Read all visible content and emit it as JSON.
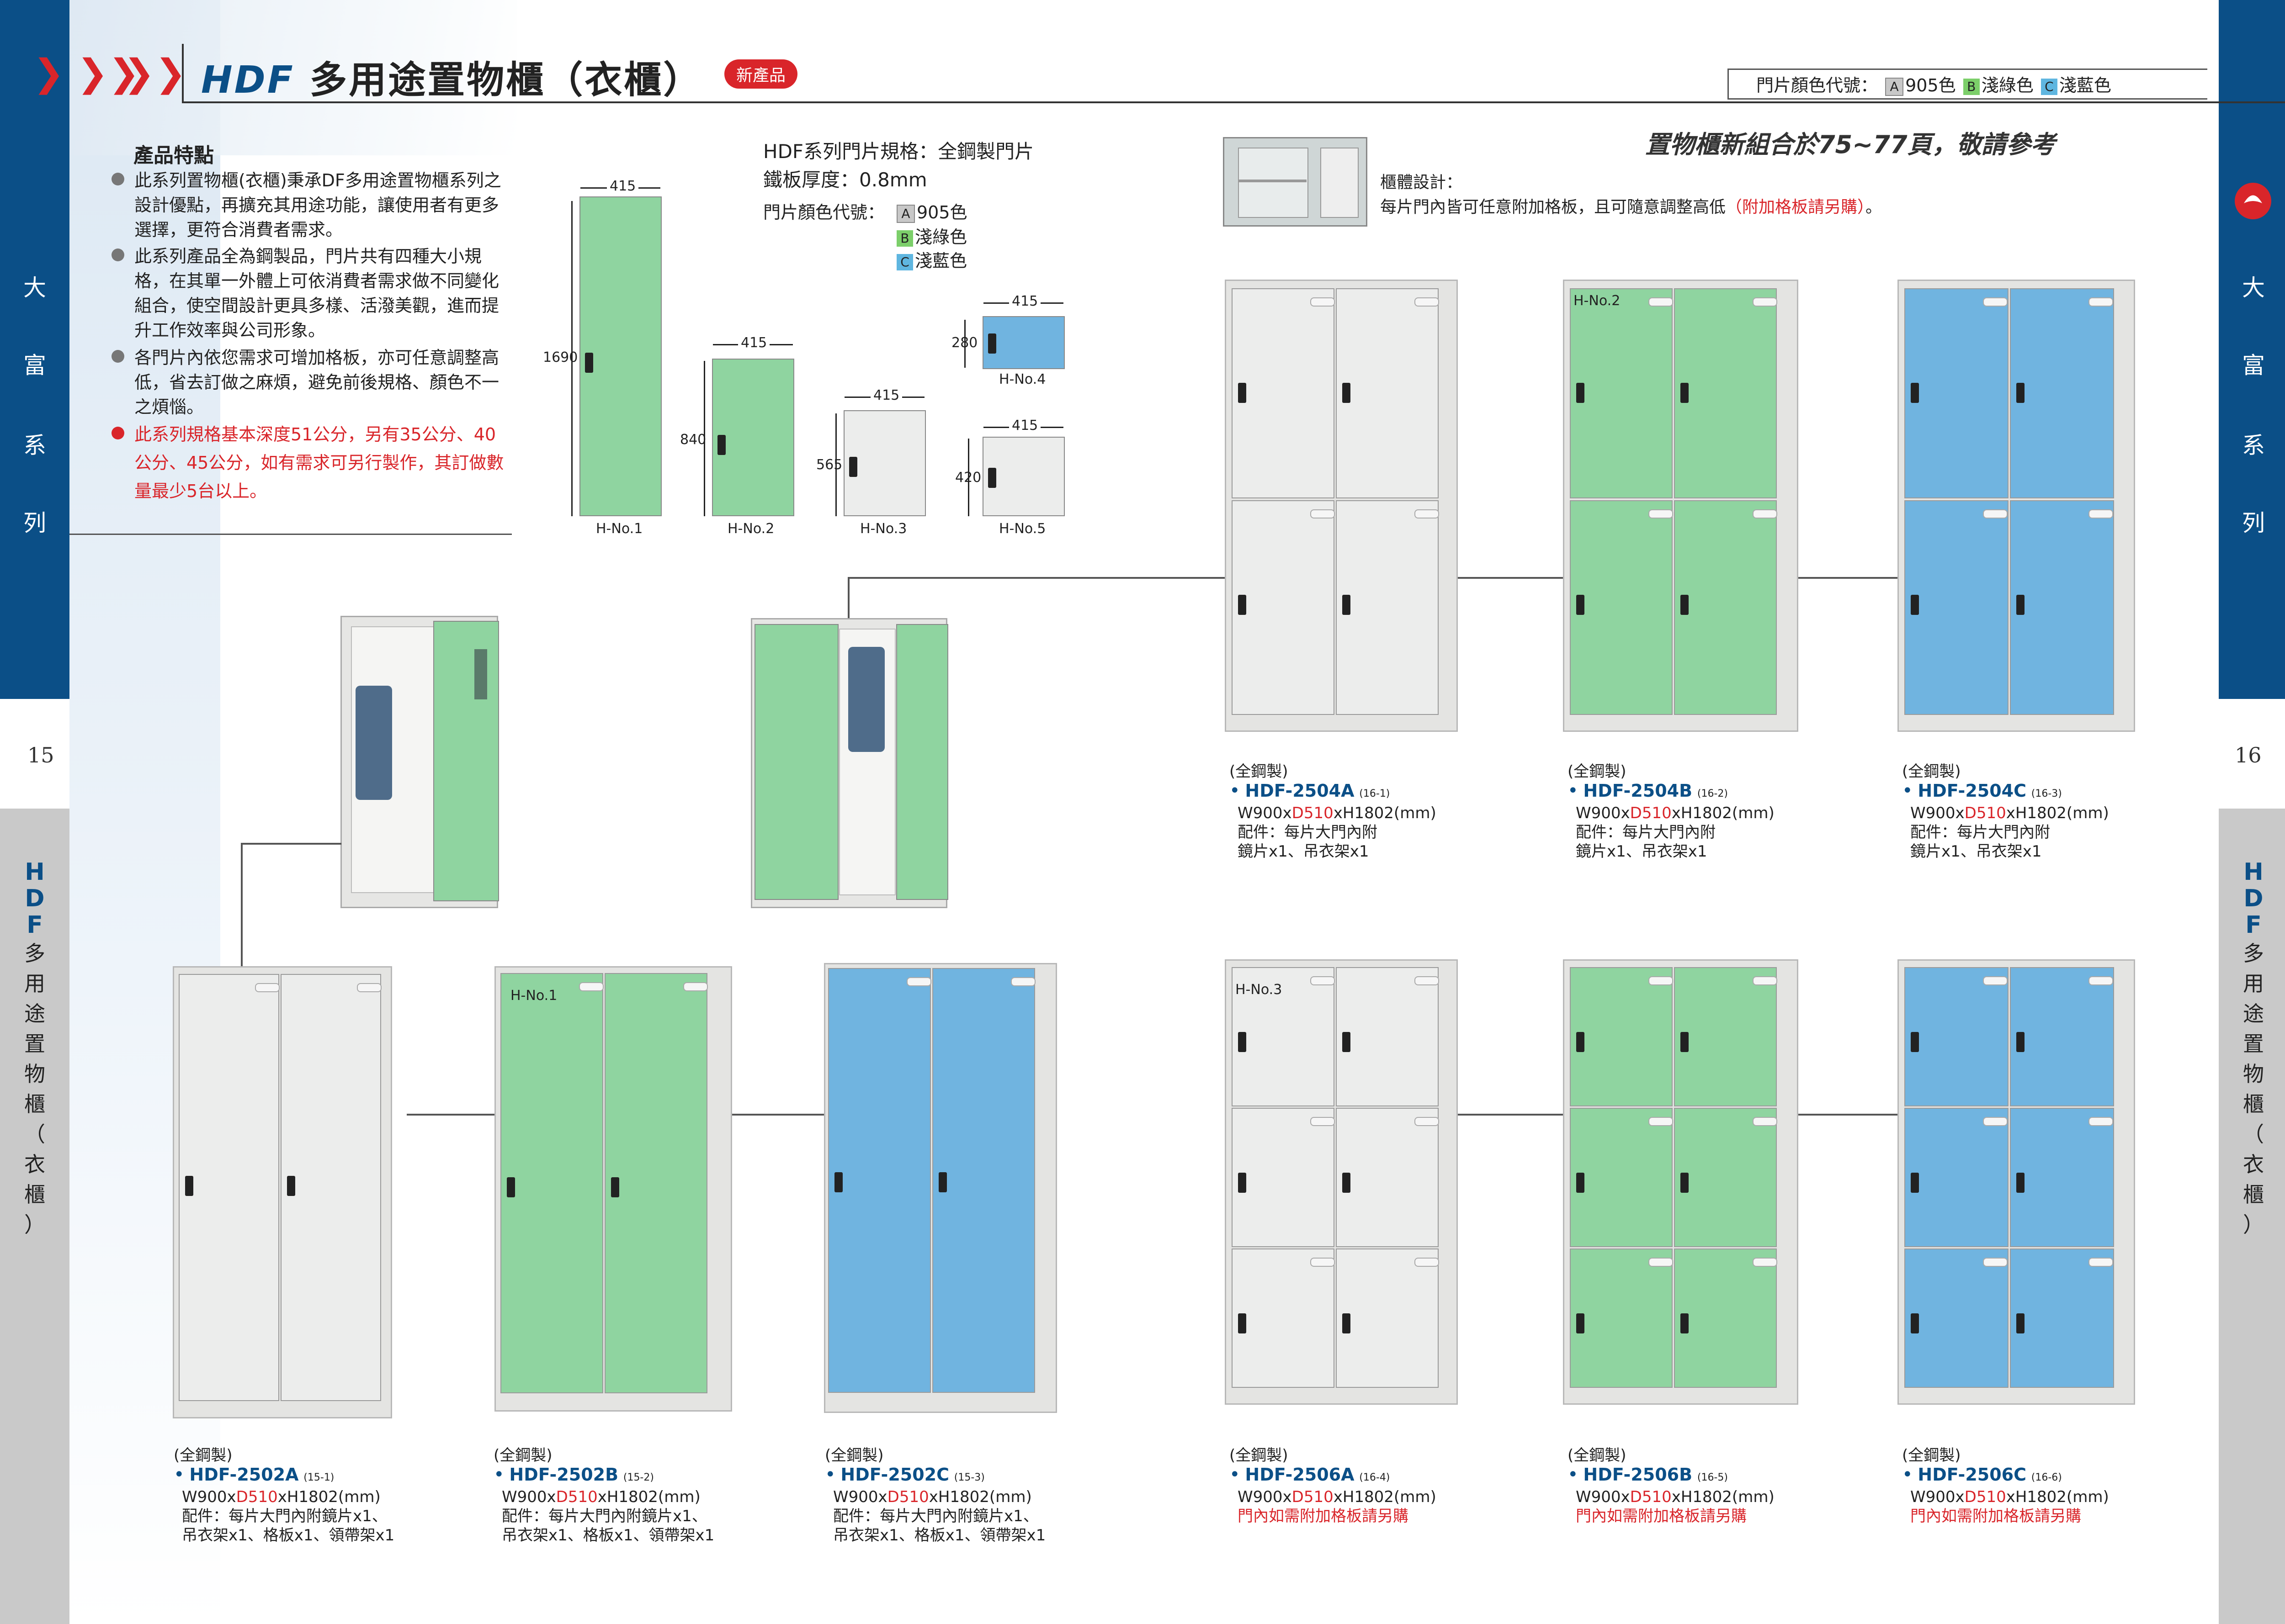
{
  "header": {
    "brand": "HDF",
    "title": "多用途置物櫃（衣櫃）",
    "badge": "新產品",
    "color_code_label": "門片顏色代號：",
    "colors": [
      {
        "code": "A",
        "name": "905色",
        "hex": "#c8c8c8"
      },
      {
        "code": "B",
        "name": "淺綠色",
        "hex": "#7ccf6a"
      },
      {
        "code": "C",
        "name": "淺藍色",
        "hex": "#5fb6e0"
      }
    ]
  },
  "side": {
    "left_page": "15",
    "right_page": "16",
    "series_chars": [
      "大",
      "富",
      "系",
      "列"
    ],
    "vertical_title_brand": "HDF",
    "vertical_title_chars": [
      "多",
      "用",
      "途",
      "置",
      "物",
      "櫃",
      "（",
      "衣",
      "櫃",
      "）"
    ]
  },
  "features": {
    "title": "產品特點",
    "items": [
      "此系列置物櫃(衣櫃)秉承DF多用途置物櫃系列之設計優點，再擴充其用途功能，讓使用者有更多選擇，更符合消費者需求。",
      "此系列產品全為鋼製品，門片共有四種大小規格，在其單一外體上可依消費者需求做不同變化組合，使空間設計更具多樣、活潑美觀，進而提升工作效率與公司形象。",
      "各門片內依您需求可增加格板，亦可任意調整高低，省去訂做之麻煩，避免前後規格、顏色不一之煩惱。"
    ],
    "highlight": "此系列規格基本深度51公分，另有35公分、40公分、45公分，如有需求可另行製作，其訂做數量最少5台以上。"
  },
  "spec": {
    "line1": "HDF系列門片規格：全鋼製門片",
    "line2": "鐵板厚度：0.8mm",
    "color_label": "門片顏色代號：",
    "colors": [
      "905色",
      "淺綠色",
      "淺藍色"
    ],
    "codes": [
      "A",
      "B",
      "C"
    ]
  },
  "doors": [
    {
      "name": "H-No.1",
      "width": "415",
      "height": "1690"
    },
    {
      "name": "H-No.2",
      "width": "415",
      "height": "840"
    },
    {
      "name": "H-No.3",
      "width": "415",
      "height": "565"
    },
    {
      "name": "H-No.4",
      "width": "415",
      "height": "280"
    },
    {
      "name": "H-No.5",
      "width": "415",
      "height": "420"
    }
  ],
  "combo": {
    "title": "置物櫃新組合於75~77頁，敬請參考",
    "design_label": "櫃體設計：",
    "design_text": "每片門內皆可任意附加格板，且可隨意調整高低",
    "design_note": "（附加格板請另購）",
    "period": "。"
  },
  "products": [
    {
      "material": "(全鋼製)",
      "model": "HDF-2504A",
      "sub": "(16-1)",
      "dims_pre": "W900x",
      "depth": "D510",
      "dims_post": "xH1802(mm)",
      "line1": "配件：每片大門內附",
      "line2": "鏡片x1、吊衣架x1",
      "label": ""
    },
    {
      "material": "(全鋼製)",
      "model": "HDF-2504B",
      "sub": "(16-2)",
      "dims_pre": "W900x",
      "depth": "D510",
      "dims_post": "xH1802(mm)",
      "line1": "配件：每片大門內附",
      "line2": "鏡片x1、吊衣架x1",
      "label": "H-No.2"
    },
    {
      "material": "(全鋼製)",
      "model": "HDF-2504C",
      "sub": "(16-3)",
      "dims_pre": "W900x",
      "depth": "D510",
      "dims_post": "xH1802(mm)",
      "line1": "配件：每片大門內附",
      "line2": "鏡片x1、吊衣架x1",
      "label": ""
    },
    {
      "material": "(全鋼製)",
      "model": "HDF-2502A",
      "sub": "(15-1)",
      "dims_pre": "W900x",
      "depth": "D510",
      "dims_post": "xH1802(mm)",
      "line1": "配件：每片大門內附鏡片x1、",
      "line2": "吊衣架x1、格板x1、領帶架x1",
      "label": ""
    },
    {
      "material": "(全鋼製)",
      "model": "HDF-2502B",
      "sub": "(15-2)",
      "dims_pre": "W900x",
      "depth": "D510",
      "dims_post": "xH1802(mm)",
      "line1": "配件：每片大門內附鏡片x1、",
      "line2": "吊衣架x1、格板x1、領帶架x1",
      "label": "H-No.1"
    },
    {
      "material": "(全鋼製)",
      "model": "HDF-2502C",
      "sub": "(15-3)",
      "dims_pre": "W900x",
      "depth": "D510",
      "dims_post": "xH1802(mm)",
      "line1": "配件：每片大門內附鏡片x1、",
      "line2": "吊衣架x1、格板x1、領帶架x1",
      "label": ""
    },
    {
      "material": "(全鋼製)",
      "model": "HDF-2506A",
      "sub": "(16-4)",
      "dims_pre": "W900x",
      "depth": "D510",
      "dims_post": "xH1802(mm)",
      "line1": "門內如需附加格板請另購",
      "line2": "",
      "label": "H-No.3"
    },
    {
      "material": "(全鋼製)",
      "model": "HDF-2506B",
      "sub": "(16-5)",
      "dims_pre": "W900x",
      "depth": "D510",
      "dims_post": "xH1802(mm)",
      "line1": "門內如需附加格板請另購",
      "line2": "",
      "label": ""
    },
    {
      "material": "(全鋼製)",
      "model": "HDF-2506C",
      "sub": "(16-6)",
      "dims_pre": "W900x",
      "depth": "D510",
      "dims_post": "xH1802(mm)",
      "line1": "門內如需附加格板請另購",
      "line2": "",
      "label": ""
    }
  ]
}
